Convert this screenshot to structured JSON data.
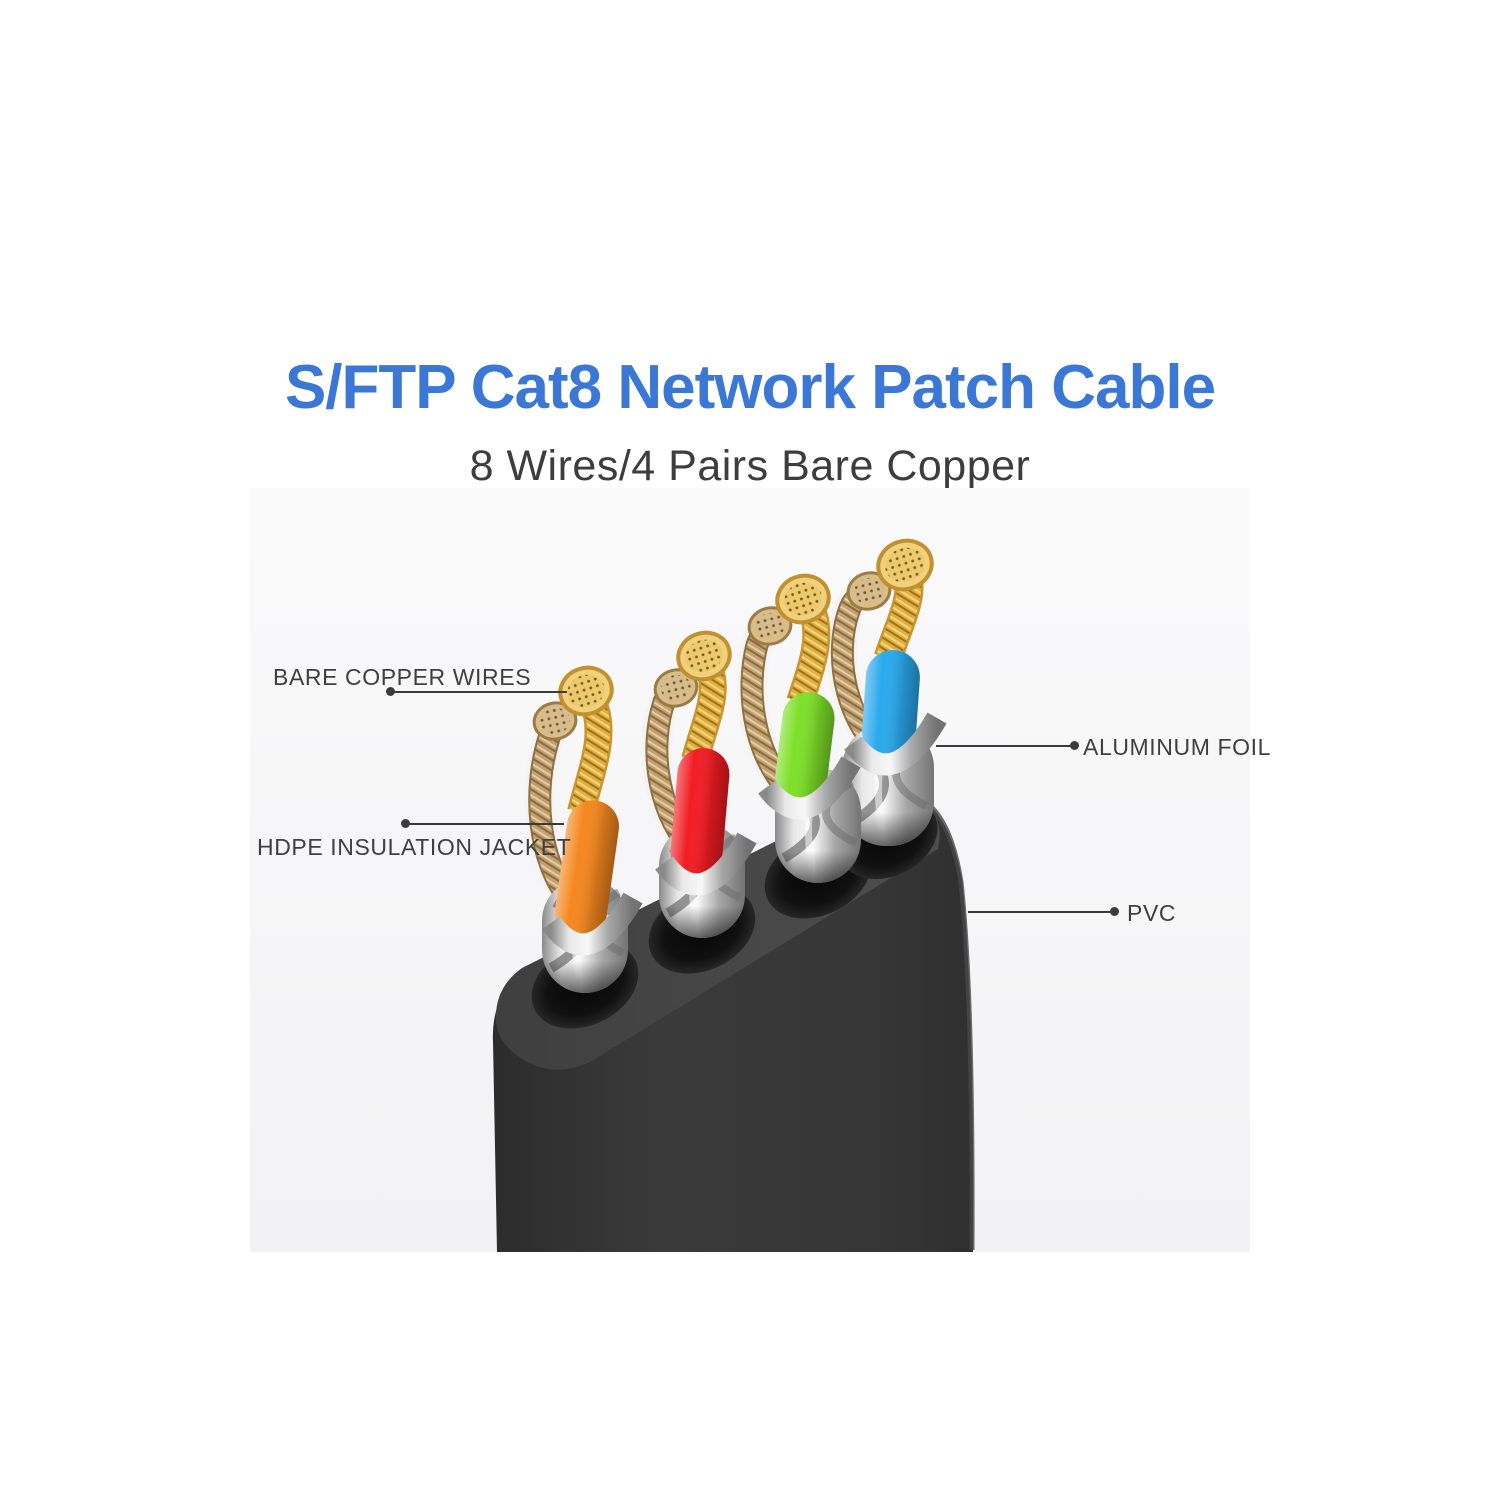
{
  "header": {
    "title": "S/FTP Cat8 Network Patch Cable",
    "subtitle": "8 Wires/4 Pairs Bare Copper",
    "title_color": "#3b78d6",
    "subtitle_color": "#3d3d3d"
  },
  "diagram": {
    "background_color": "#f5f5f7",
    "label_color": "#3f3f3f",
    "labels": {
      "bare_copper": "BARE COPPER WIRES",
      "hdpe": "HDPE INSULATION JACKET",
      "aluminum": "ALUMINUM FOIL",
      "pvc": "PVC"
    },
    "cable": {
      "jacket_color": "#343434",
      "top_face_color": "#464646",
      "foil_color": "#c9c9c9",
      "copper_color": "#e6b648",
      "tan_copper_color": "#c2a070",
      "pair_colors": [
        "#F5871E",
        "#F21C22",
        "#7EE028",
        "#29A9EE"
      ]
    }
  }
}
